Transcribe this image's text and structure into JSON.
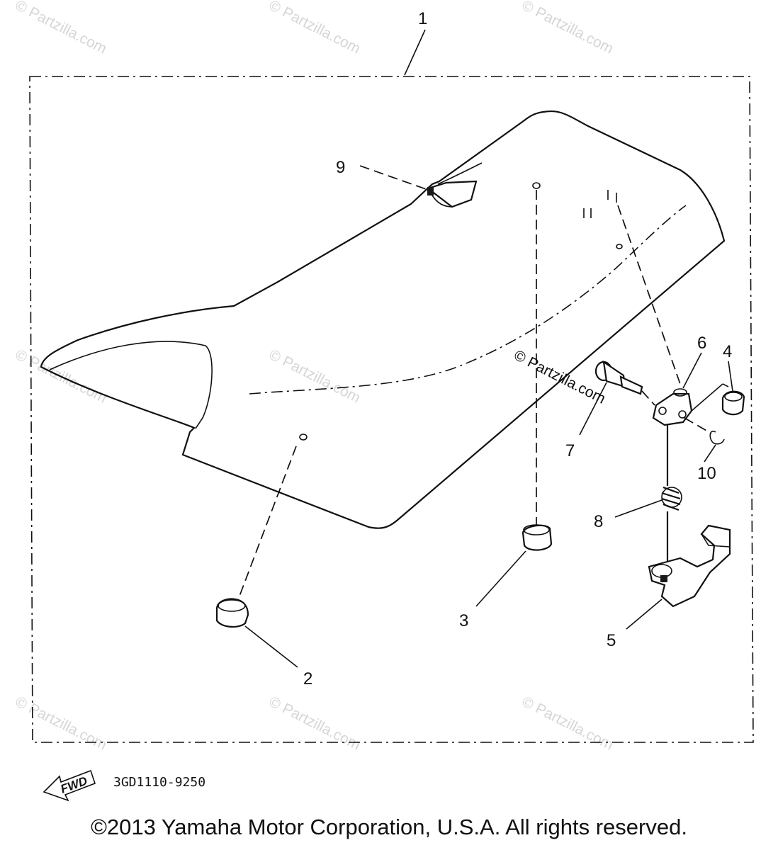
{
  "watermark": "© Partzilla.com",
  "callouts": [
    "1",
    "2",
    "3",
    "4",
    "5",
    "6",
    "7",
    "8",
    "9",
    "10"
  ],
  "forward_marker": "FWD",
  "diagram_code": "3GD1110-9250",
  "copyright": "©2013 Yamaha Motor Corporation, U.S.A. All rights reserved."
}
